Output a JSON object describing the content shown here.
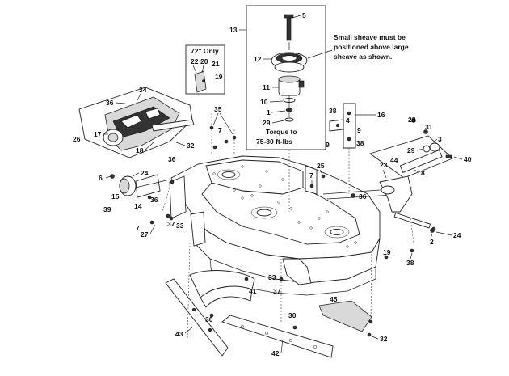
{
  "notes": {
    "sheave_note_1": "Small sheave must be",
    "sheave_note_2": "positioned above large",
    "sheave_note_3": "sheave as shown.",
    "torque_1": "Torque to",
    "torque_2": "75-80 ft-lbs",
    "only_72": "72\" Only"
  },
  "callouts": {
    "c1": "1",
    "c2": "2",
    "c3": "3",
    "c4": "4",
    "c5": "5",
    "c6": "6",
    "c7a": "7",
    "c7b": "7",
    "c7c": "7",
    "c8": "8",
    "c9a": "9",
    "c9b": "9",
    "c10": "10",
    "c11": "11",
    "c12": "12",
    "c13": "13",
    "c14": "14",
    "c15": "15",
    "c16": "16",
    "c17": "17",
    "c18": "18",
    "c19a": "19",
    "c19b": "19",
    "c20": "20",
    "c21": "21",
    "c22": "22",
    "c23": "23",
    "c24a": "24",
    "c24b": "24",
    "c25": "25",
    "c26": "26",
    "c27": "27",
    "c28": "28",
    "c29a": "29",
    "c29b": "29",
    "c30a": "30",
    "c30b": "30",
    "c31": "31",
    "c32a": "32",
    "c32b": "32",
    "c33a": "33",
    "c33b": "33",
    "c34": "34",
    "c35": "35",
    "c36a": "36",
    "c36b": "36",
    "c36c": "36",
    "c37a": "37",
    "c37b": "37",
    "c38a": "38",
    "c38b": "38",
    "c38c": "38",
    "c39": "39",
    "c40": "40",
    "c41": "41",
    "c42": "42",
    "c43": "43",
    "c44": "44",
    "c45": "45"
  }
}
